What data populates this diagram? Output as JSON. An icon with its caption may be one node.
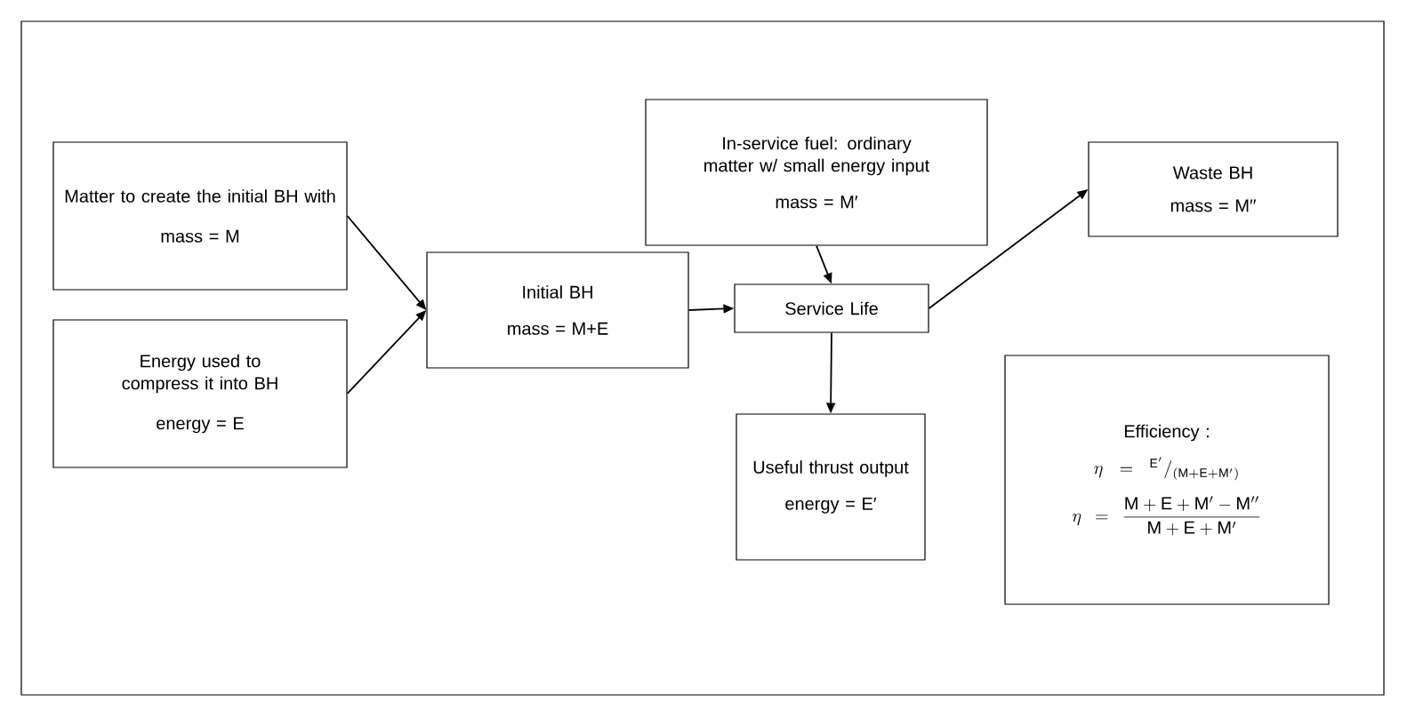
{
  "diagram": {
    "nodes": [
      {
        "text": [
          "Matter to create the initial BH with",
          "mass = M"
        ]
      },
      {
        "text": [
          "Energy used to compress it into BH",
          "energy = E"
        ]
      },
      {
        "text": [
          "Initial BH",
          "mass = M+E"
        ]
      },
      {
        "text": [
          "In-service fuel: ordinary matter w/ small energy input",
          "mass = M′"
        ]
      },
      {
        "text": [
          "Service Life"
        ]
      },
      {
        "text": [
          "Waste BH",
          "mass = M′′"
        ]
      },
      {
        "text": [
          "Useful thrust output",
          "energy = E′"
        ]
      },
      {
        "text": [
          "Efficiency :",
          "\\eta = {}^{\\mathrm{E}'}/_{(\\mathrm{M}+\\mathrm{E}+\\mathrm{M}')}",
          "\\eta = \\frac{\\mathrm{M}+\\mathrm{E}+\\mathrm{M}'-\\mathrm{M}''}{\\mathrm{M}+\\mathrm{E}+\\mathrm{M}'}"
        ]
      }
    ],
    "edges": [
      {
        "from": 0,
        "to": 2,
        "arrow": "to"
      },
      {
        "from": 1,
        "to": 2,
        "arrow": "to"
      },
      {
        "from": 2,
        "to": 4,
        "arrow": "to"
      },
      {
        "from": 3,
        "to": 4,
        "arrow": "to"
      },
      {
        "from": 4,
        "to": 5,
        "arrow": "to"
      },
      {
        "from": 4,
        "to": 6,
        "arrow": "to"
      }
    ]
  }
}
